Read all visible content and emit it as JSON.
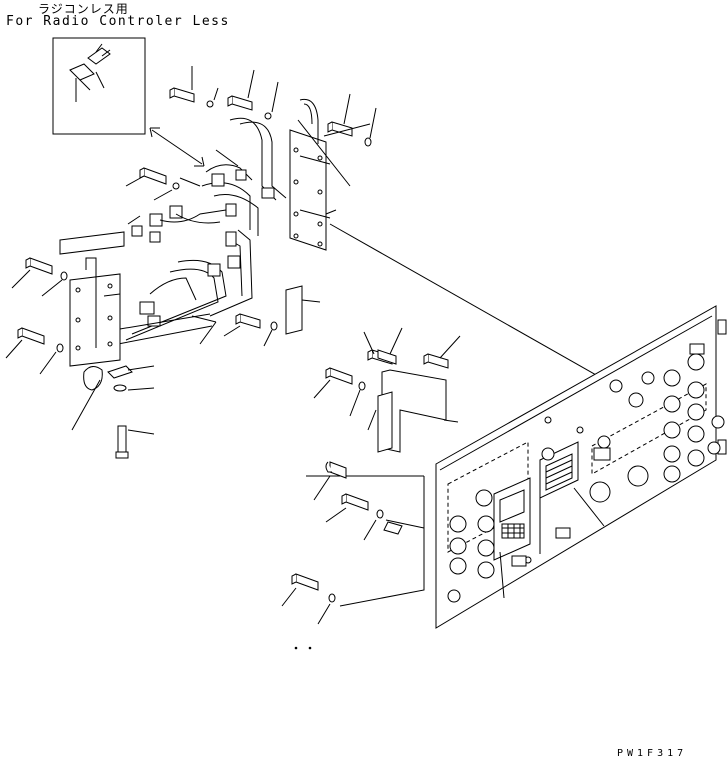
{
  "labels": {
    "japanese_note": "ラジコンレス用",
    "english_note": "For Radio Controler Less",
    "drawing_code": "PW1F317"
  },
  "colors": {
    "ink": "#000000",
    "paper": "#ffffff"
  },
  "icons": [
    "double-arrow-icon"
  ]
}
